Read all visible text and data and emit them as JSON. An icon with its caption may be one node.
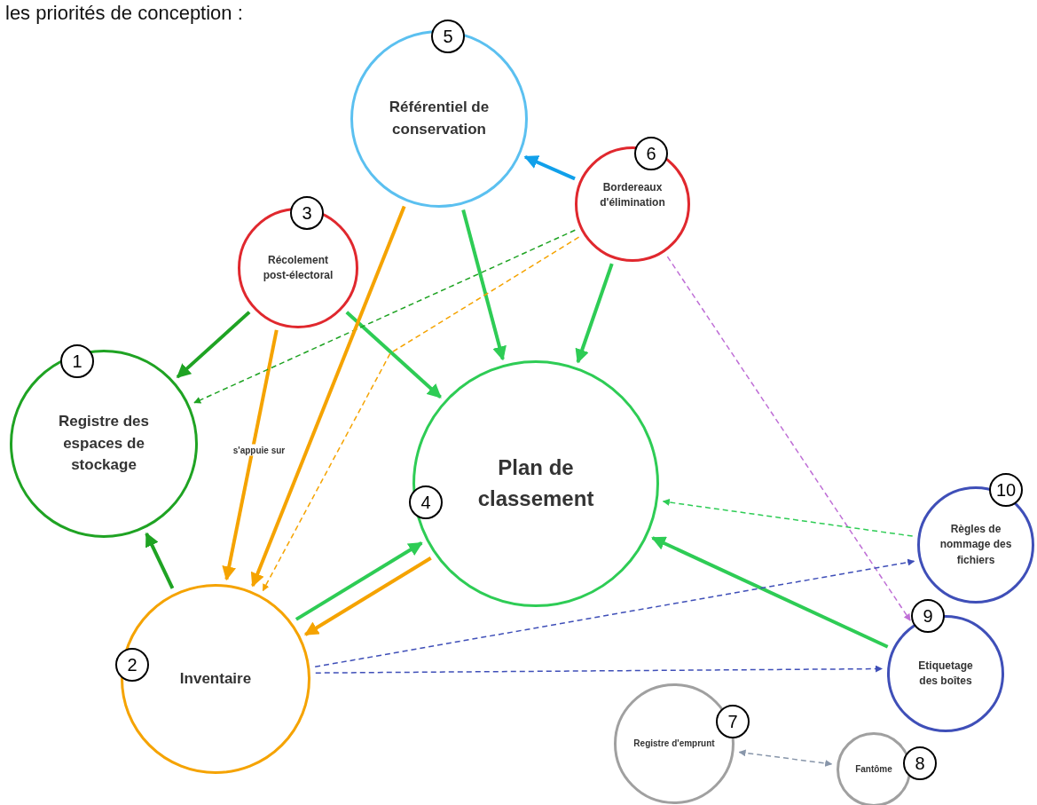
{
  "diagram": {
    "title": "les priorités de conception :",
    "nodes": [
      {
        "text": [
          "1",
          "Registre des espaces de stockage"
        ]
      },
      {
        "text": [
          "2",
          "Inventaire"
        ]
      },
      {
        "text": [
          "3",
          "Récolement post-électoral"
        ]
      },
      {
        "text": [
          "4",
          "Plan de classement"
        ]
      },
      {
        "text": [
          "5",
          "Référentiel de conservation"
        ]
      },
      {
        "text": [
          "6",
          "Bordereaux d'élimination"
        ]
      },
      {
        "text": [
          "7",
          "Registre d'emprunt"
        ]
      },
      {
        "text": [
          "Fantôme",
          "8"
        ]
      },
      {
        "text": [
          "9",
          "Etiquetage des boîtes"
        ]
      },
      {
        "text": [
          "10",
          "Règles de nommage des fichiers"
        ]
      }
    ],
    "edges": [
      {
        "from": 2,
        "to": 0,
        "arrow": "to",
        "color": "#1fa323"
      },
      {
        "from": 2,
        "to": 1,
        "arrow": "to",
        "label": "s'appuie sur",
        "color": "#f5a300"
      },
      {
        "from": 2,
        "to": 3,
        "arrow": "to"
      },
      {
        "from": 5,
        "to": 0,
        "arrow": "to",
        "style": "dashed",
        "color": "#1fa323"
      },
      {
        "from": 4,
        "to": 1,
        "arrow": "to",
        "color": "#f5a300"
      },
      {
        "from": 4,
        "to": 3,
        "arrow": "to"
      },
      {
        "from": 5,
        "to": 4,
        "arrow": "to",
        "color": "#11a0ea"
      },
      {
        "from": 5,
        "to": 1,
        "arrow": "to",
        "style": "dashed",
        "color": "#f5a300"
      },
      {
        "from": 5,
        "to": 3,
        "arrow": "to"
      },
      {
        "from": 5,
        "to": 8,
        "arrow": "to",
        "style": "dashed",
        "color": "#bf6fd6"
      },
      {
        "from": 1,
        "to": 0,
        "arrow": "to",
        "color": "#1fa323"
      },
      {
        "from": 1,
        "to": 3,
        "arrow": "to"
      },
      {
        "from": 3,
        "to": 1,
        "arrow": "to",
        "color": "#f5a300"
      },
      {
        "from": 9,
        "to": 3,
        "arrow": "to",
        "style": "dashed"
      },
      {
        "from": 8,
        "to": 3,
        "arrow": "to"
      },
      {
        "from": 1,
        "to": 9,
        "arrow": "to",
        "style": "dashed",
        "color": "#3f4fb8"
      },
      {
        "from": 1,
        "to": 8,
        "arrow": "to",
        "style": "dashed",
        "color": "#3f4fb8"
      },
      {
        "from": 6,
        "to": 7,
        "arrow": "both",
        "style": "dashed",
        "color": "#8896aa"
      }
    ]
  }
}
